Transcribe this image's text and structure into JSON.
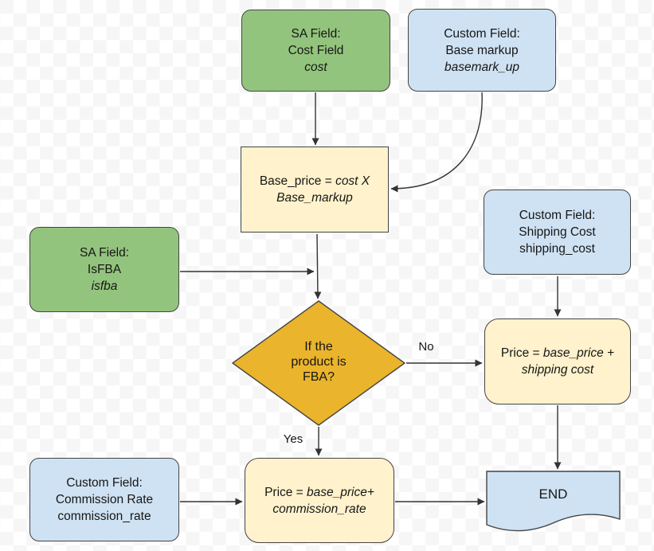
{
  "colors": {
    "green": "#93c47d",
    "blue": "#cfe2f3",
    "cream": "#fff2cc",
    "amber": "#eab42c",
    "stroke": "#444444",
    "arrow": "#333333",
    "text": "#161616",
    "checker": "#f6f6f6"
  },
  "nodes": {
    "cost_field": {
      "line1": "SA Field:",
      "line2": "Cost Field",
      "line3": "cost"
    },
    "base_markup": {
      "line1": "Custom Field:",
      "line2": "Base markup",
      "line3": "basemark_up"
    },
    "base_price_formula": {
      "prefix": "Base_price = ",
      "italic1": "cost X",
      "italic2": "Base_markup"
    },
    "shipping_cost": {
      "line1": "Custom Field:",
      "line2": "Shipping Cost",
      "line3": "shipping_cost"
    },
    "is_fba": {
      "line1": "SA Field:",
      "line2": "IsFBA",
      "line3": "isfba"
    },
    "decision": {
      "line1": "If the",
      "line2": "product is",
      "line3": "FBA?"
    },
    "price_shipping": {
      "prefix": "Price = ",
      "italic1": "base_price +",
      "italic2": "shipping cost"
    },
    "commission_rate": {
      "line1": "Custom Field:",
      "line2": "Commission Rate",
      "line3": "commission_rate"
    },
    "price_commission": {
      "prefix": "Price = ",
      "italic1": "base_price+",
      "italic2": "commission_rate"
    },
    "end": {
      "label": "END"
    }
  },
  "edge_labels": {
    "no": "No",
    "yes": "Yes"
  },
  "edges": [
    {
      "from": "cost_field",
      "to": "base_price_formula"
    },
    {
      "from": "base_markup",
      "to": "base_price_formula"
    },
    {
      "from": "base_price_formula",
      "to": "decision"
    },
    {
      "from": "is_fba",
      "to": "decision"
    },
    {
      "from": "decision",
      "to": "price_shipping",
      "label": "No"
    },
    {
      "from": "shipping_cost",
      "to": "price_shipping"
    },
    {
      "from": "decision",
      "to": "price_commission",
      "label": "Yes"
    },
    {
      "from": "commission_rate",
      "to": "price_commission"
    },
    {
      "from": "price_commission",
      "to": "end"
    },
    {
      "from": "price_shipping",
      "to": "end"
    }
  ]
}
